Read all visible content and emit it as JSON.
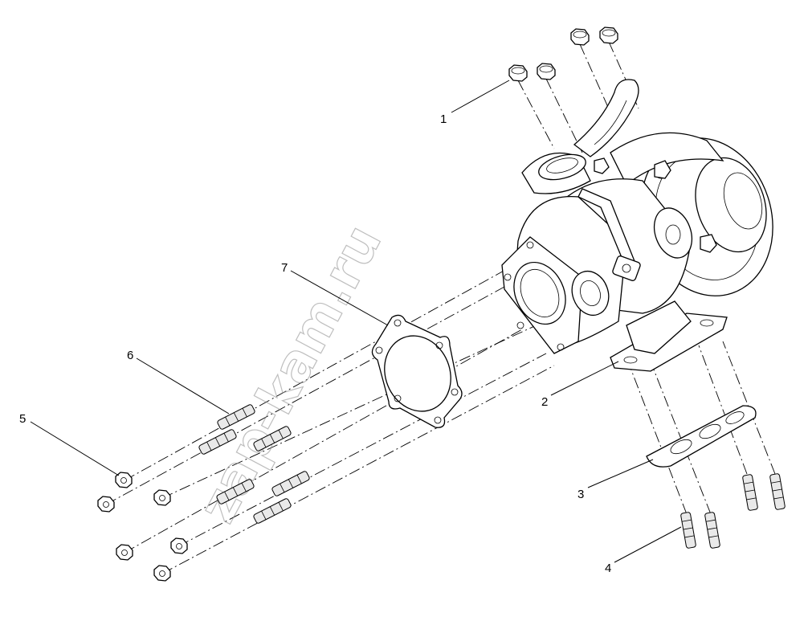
{
  "callouts": [
    "1",
    "2",
    "3",
    "4",
    "5",
    "6",
    "7"
  ],
  "watermark": "zap-kam.ru"
}
